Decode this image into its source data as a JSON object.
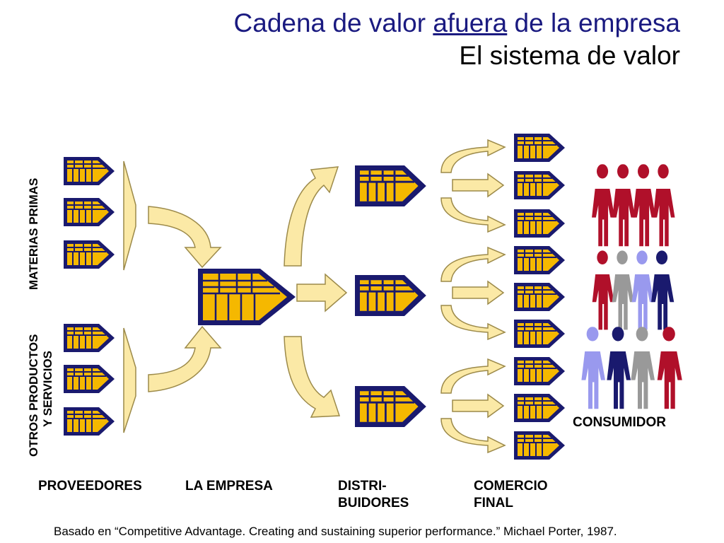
{
  "title": {
    "line1_pre": "Cadena de valor ",
    "line1_underlined": "afuera",
    "line1_post": " de la empresa",
    "line2": "El sistema de valor"
  },
  "side_labels": {
    "raw_materials": "MATERIAS PRIMAS",
    "other_line1": "OTROS PRODUCTOS",
    "other_line2": "Y SERVICIOS"
  },
  "bottom_labels": {
    "suppliers": "PROVEEDORES",
    "company": "LA EMPRESA",
    "distributors_line1": "DISTRI-",
    "distributors_line2": "BUIDORES",
    "retail_line1": "COMERCIO",
    "retail_line2": "FINAL"
  },
  "consumer_label": "CONSUMIDOR",
  "footnote": "Basado en “Competitive Advantage. Creating and sustaining superior performance.” Michael Porter, 1987.",
  "colors": {
    "title_blue": "#1a1a80",
    "chain_navy": "#1a1a6e",
    "chain_gold": "#f5b800",
    "arrow_fill": "#fbe9a6",
    "arrow_stroke": "#9c8a4a",
    "person_red": "#b0102a",
    "person_gray": "#999999",
    "person_lavender": "#9999ee",
    "person_navy": "#1a1a6e"
  }
}
